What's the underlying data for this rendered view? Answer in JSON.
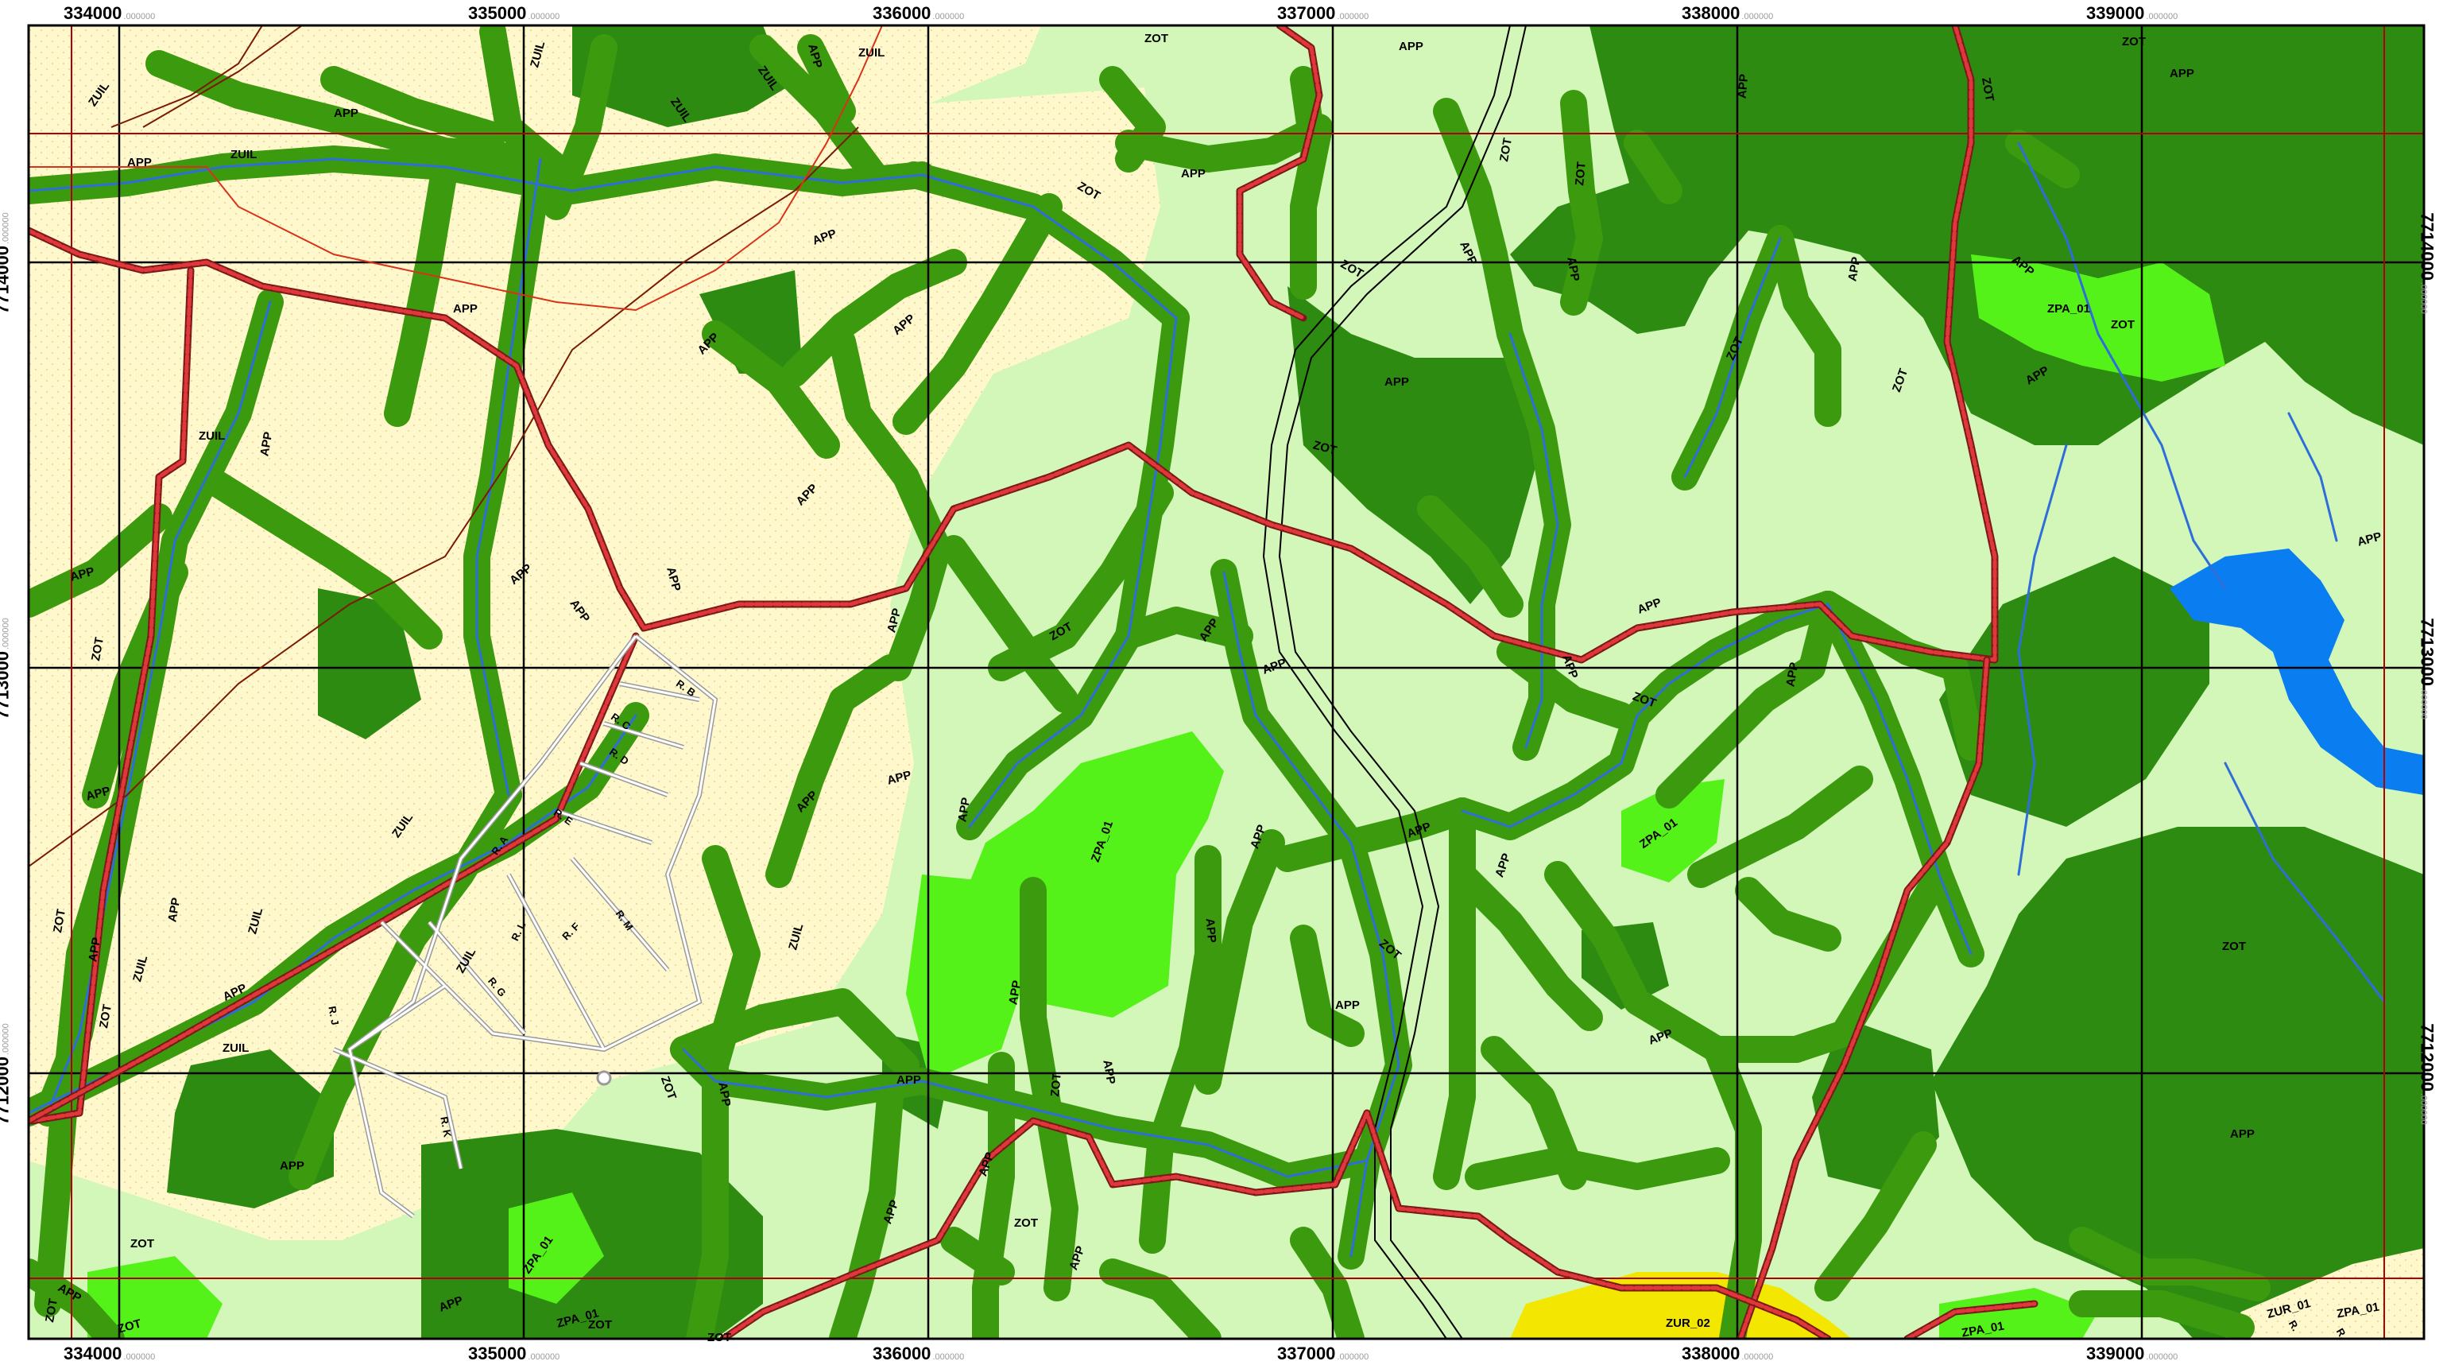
{
  "map": {
    "colors": {
      "zot": "#d2f7b8",
      "zuil": "#fff8cc",
      "app_buffer": "#3c9a0e",
      "app_forest": "#2e8b12",
      "zpa": "#55f21a",
      "zur": "#f3e600",
      "water": "#0a7ef0",
      "streams": "#2f6ed8",
      "grid_black": "#000000",
      "grid_red": "#b00000",
      "powerline": "#d8331a",
      "trail": "#e0383a",
      "road": "#000000"
    },
    "x_ticks": [
      {
        "value": "334000",
        "suffix": ".000000"
      },
      {
        "value": "335000",
        "suffix": ".000000"
      },
      {
        "value": "336000",
        "suffix": ".000000"
      },
      {
        "value": "337000",
        "suffix": ".000000"
      },
      {
        "value": "338000",
        "suffix": ".000000"
      },
      {
        "value": "339000",
        "suffix": ".000000"
      }
    ],
    "y_ticks": [
      {
        "value": "7714000",
        "suffix": ".000000"
      },
      {
        "value": "7713000",
        "suffix": ".000000"
      },
      {
        "value": "7712000",
        "suffix": ".000000"
      }
    ],
    "zone_labels": {
      "zuil": "ZUIL",
      "app": "APP",
      "zot": "ZOT",
      "zpa": "ZPA_01",
      "zur": "ZUR_01",
      "zur2": "ZUR_02"
    },
    "road_labels": [
      "R. A",
      "R. B",
      "R. C",
      "R. D",
      "R. E",
      "R. F",
      "R. G",
      "R. J",
      "R. K",
      "R. L",
      "R. M",
      "R."
    ]
  }
}
